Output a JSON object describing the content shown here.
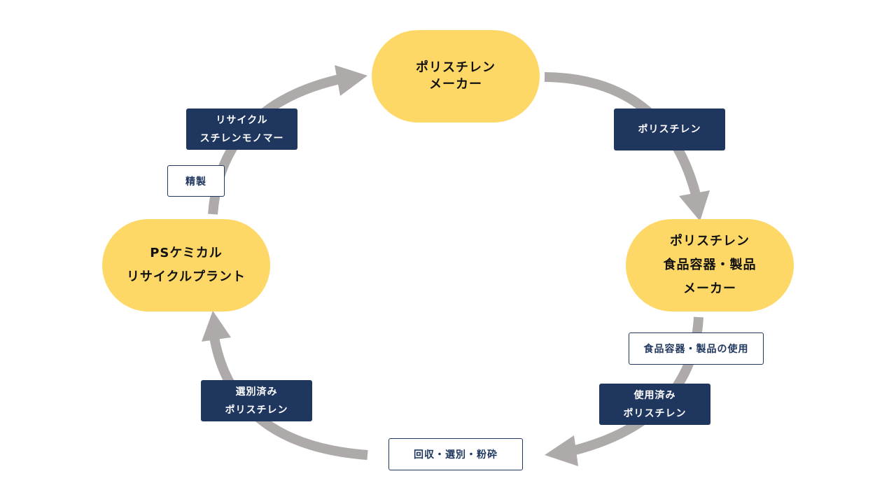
{
  "nodes": {
    "ps_maker": {
      "line1": "ポリスチレン",
      "line2": "メーカー"
    },
    "food_maker": {
      "line1": "ポリスチレン",
      "line2": "食品容器・製品",
      "line3": "メーカー"
    },
    "recycle_plant": {
      "line1": "PSケミカル",
      "line2": "リサイクルプラント"
    }
  },
  "labels": {
    "polystyrene": "ポリスチレン",
    "use_of_products": "食品容器・製品の使用",
    "used_polystyrene": {
      "line1": "使用済み",
      "line2": "ポリスチレン"
    },
    "collection": "回収・選別・粉砕",
    "sorted_polystyrene": {
      "line1": "選別済み",
      "line2": "ポリスチレン"
    },
    "refining": "精製",
    "recycled_monomer": {
      "line1": "リサイクル",
      "line2": "スチレンモノマー"
    }
  },
  "colors": {
    "node_fill": "#fdd867",
    "label_dark": "#1f365f",
    "arrow": "#aeaaaa"
  }
}
